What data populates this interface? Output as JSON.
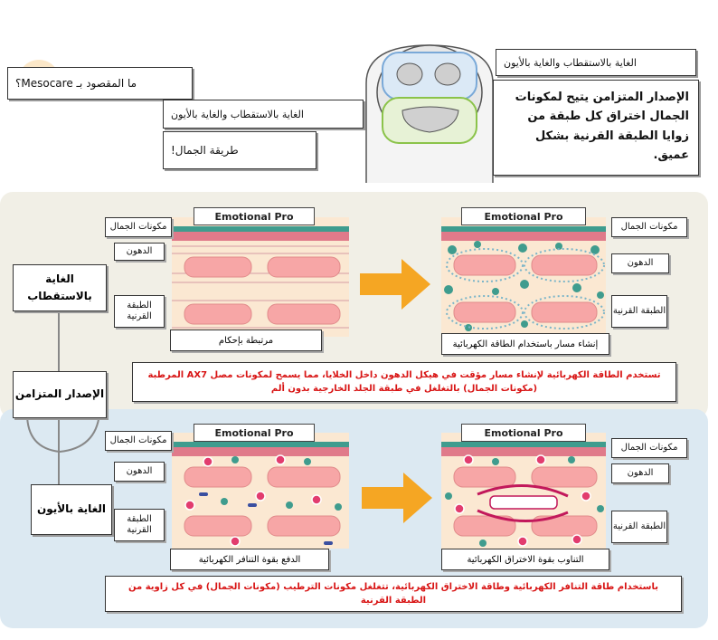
{
  "header": {
    "question": "ما المقصود بـ Mesocare؟",
    "polar_ion_label": "الغاية بالاستقطاب والغاية بالأيون",
    "beauty_method": "طريقة الجمال!",
    "right_title": "الغاية بالاستقطاب والغاية بالأيون",
    "right_desc": "الإصدار المتزامن يتيح لمكونات الجمال اختراق كل طبقة من زوايا الطبقة القرنية بشكل عميق."
  },
  "side_labels": {
    "polar": "الغاية بالاستقطاب",
    "sync": "الإصدار المتزامن",
    "ion": "الغاية بالأيون"
  },
  "panel_top": {
    "left_title": "Emotional Pro",
    "right_title": "Emotional Pro",
    "left_labels": [
      "مكونات الجمال",
      "الدهون",
      "الطبقة القرنية"
    ],
    "right_labels": [
      "مكونات الجمال",
      "الدهون",
      "الطبقة القرنية"
    ],
    "left_caption": "مرتبطة بإحكام",
    "right_caption": "إنشاء مسار باستخدام الطاقة الكهربائية",
    "note": "تستخدم الطاقة الكهربائية لإنشاء مسار مؤقت في هيكل الدهون داخل الخلايا، مما يسمح لمكونات مصل AX7 المرطبة (مكونات الجمال) بالتغلغل في طبقة الجلد الخارجية بدون ألم"
  },
  "panel_bottom": {
    "left_title": "Emotional Pro",
    "right_title": "Emotional Pro",
    "left_labels": [
      "مكونات الجمال",
      "الدهون",
      "الطبقة القرنية"
    ],
    "right_labels": [
      "مكونات الجمال",
      "الدهون",
      "الطبقة القرنية"
    ],
    "left_caption": "الدفع بقوة التنافر الكهربائية",
    "right_caption": "التناوب بقوة الاختراق الكهربائية",
    "note": "باستخدام طاقة التنافر الكهربائية وطاقة الاختراق الكهربائية، تتغلغل مكونات الترطيب (مكونات الجمال) في كل زاوية من الطبقة القرنية"
  },
  "colors": {
    "top_panel_bg": "#f1efe6",
    "bottom_panel_bg": "#dce9f2",
    "lipid_pink": "#f7a6a6",
    "teal": "#3f9c8e",
    "arrow_orange": "#f5a623",
    "note_red": "#d81414"
  }
}
